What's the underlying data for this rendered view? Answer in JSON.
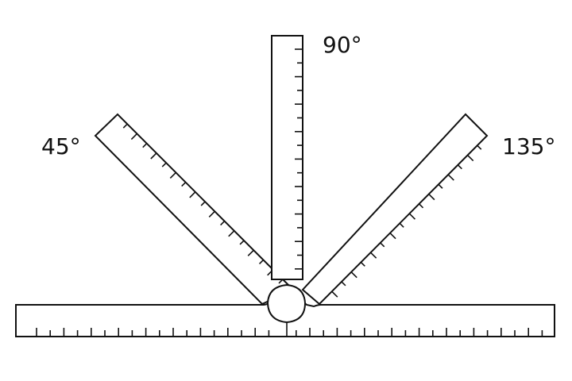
{
  "figure": {
    "labels": {
      "left": "45°",
      "top": "90°",
      "right": "135°"
    },
    "colors": {
      "stroke": "#111111",
      "background": "#ffffff"
    }
  }
}
